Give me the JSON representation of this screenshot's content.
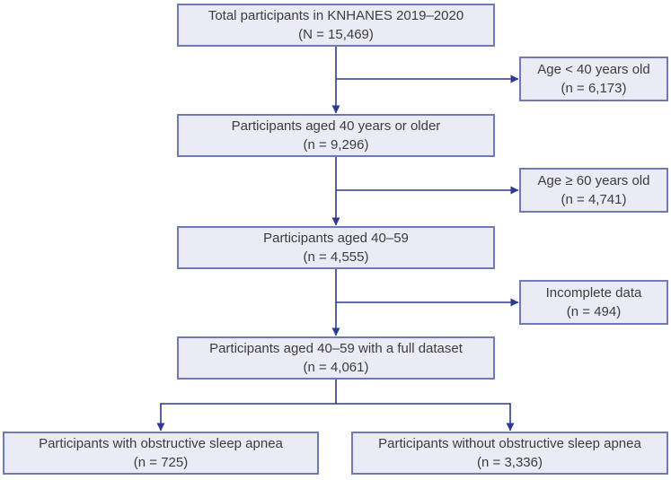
{
  "colors": {
    "box_fill": "#ebebf6",
    "box_border": "#707ab8",
    "arrow": "#2c3a92",
    "text": "#3c3c3c",
    "background": "#ffffff"
  },
  "boxes": {
    "main": [
      {
        "line1": "Total participants in KNHANES 2019–2020",
        "line2": "(N = 15,469)"
      },
      {
        "line1": "Participants aged 40 years or older",
        "line2": "(n = 9,296)"
      },
      {
        "line1": "Participants aged 40–59",
        "line2": "(n = 4,555)"
      },
      {
        "line1": "Participants aged 40–59 with a full dataset",
        "line2": "(n = 4,061)"
      }
    ],
    "exclusions": [
      {
        "line1": "Age < 40 years old",
        "line2": "(n = 6,173)"
      },
      {
        "line1": "Age ≥ 60 years old",
        "line2": "(n = 4,741)"
      },
      {
        "line1": "Incomplete data",
        "line2": "(n = 494)"
      }
    ],
    "outcomes": [
      {
        "line1": "Participants with obstructive sleep apnea",
        "line2": "(n = 725)"
      },
      {
        "line1": "Participants without obstructive sleep apnea",
        "line2": "(n = 3,336)"
      }
    ]
  }
}
